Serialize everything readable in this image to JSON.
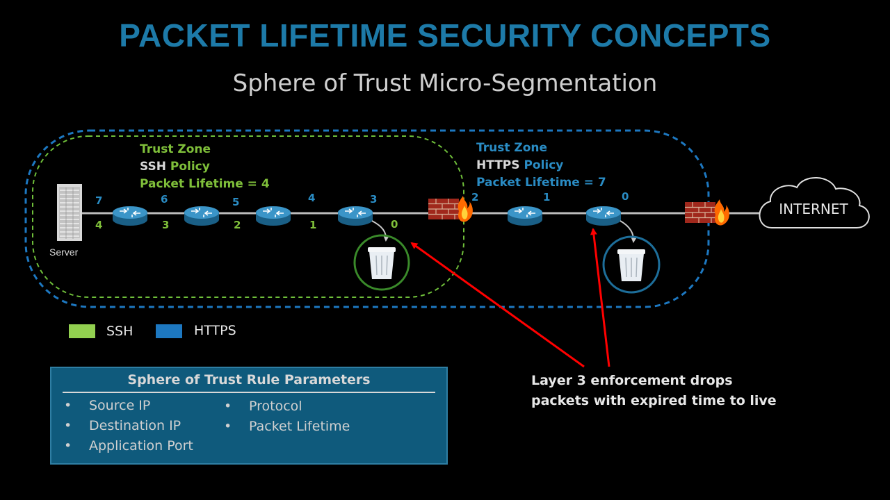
{
  "title": "PACKET LIFETIME SECURITY CONCEPTS",
  "subtitle": "Sphere of Trust Micro-Segmentation",
  "colors": {
    "ssh": "#92d050",
    "https": "#1d78c1",
    "ssh_text": "#7fbf3a",
    "https_text": "#2a8cc4",
    "title": "#1d7aa8",
    "arrow": "#ff0000",
    "box": "#0f5a7c"
  },
  "zones": {
    "ssh": {
      "line1": "Trust Zone",
      "line2_proto": "SSH",
      "line2_word": "Policy",
      "line3": "Packet Lifetime = 4"
    },
    "https": {
      "line1": "Trust Zone",
      "line2_proto": "HTTPS",
      "line2_word": "Policy",
      "line3": "Packet Lifetime = 7"
    }
  },
  "path": {
    "server_label": "Server",
    "internet_label": "INTERNET",
    "https_ttl": [
      "7",
      "6",
      "5",
      "4",
      "3",
      "2",
      "1",
      "0"
    ],
    "ssh_ttl": [
      "4",
      "3",
      "2",
      "1",
      "0"
    ]
  },
  "legend": [
    {
      "label": "SSH",
      "color": "#92d050"
    },
    {
      "label": "HTTPS",
      "color": "#1d78c1"
    }
  ],
  "params": {
    "title": "Sphere of Trust Rule Parameters",
    "col1": [
      "Source IP",
      "Destination IP",
      "Application Port"
    ],
    "col2": [
      "Protocol",
      "Packet Lifetime"
    ],
    "bullet": "•"
  },
  "annotation": {
    "line1": "Layer 3 enforcement drops",
    "line2": "packets with expired time to live"
  },
  "icons": [
    "server-icon",
    "router-icon",
    "firewall-icon",
    "trash-icon",
    "cloud-icon"
  ]
}
